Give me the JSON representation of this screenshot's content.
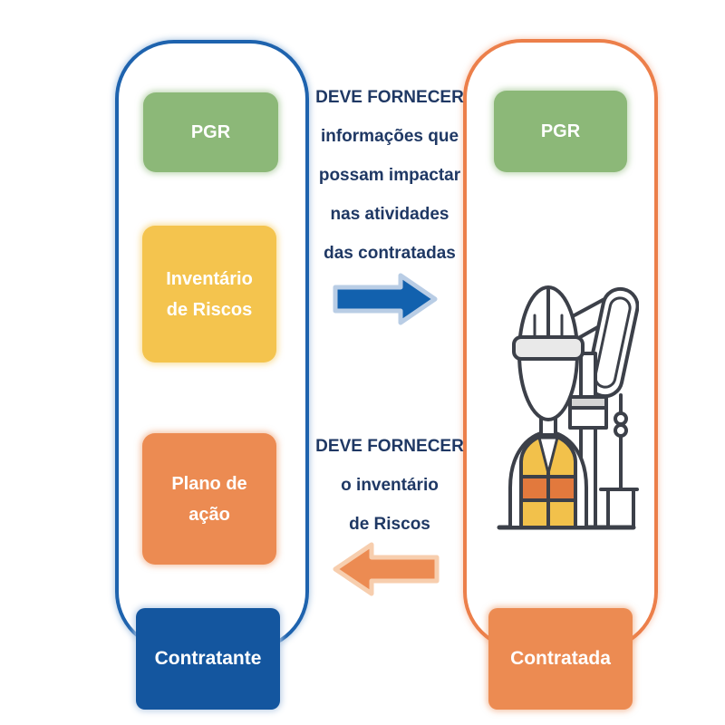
{
  "background": "#FFFFFF",
  "left_panel": {
    "border_color": "#1E63AE",
    "pgr_box": {
      "label": "PGR",
      "color": "#8CB878"
    },
    "inventario_box": {
      "lines": [
        "Inventário",
        "de Riscos"
      ],
      "color": "#F4C44E"
    },
    "plano_box": {
      "lines": [
        "Plano de",
        "ação"
      ],
      "color": "#EC8B52"
    },
    "footer_box": {
      "label": "Contratante",
      "color": "#14569F"
    }
  },
  "right_panel": {
    "border_color": "#EC7F4A",
    "pgr_box": {
      "label": "PGR",
      "color": "#8CB878"
    },
    "illustration": "worker-and-oil-pumpjack-icon",
    "footer_box": {
      "label": "Contratada",
      "color": "#EC8B52"
    }
  },
  "center": {
    "top_message": {
      "lines": [
        "DEVE FORNECER",
        "informações que",
        "possam impactar",
        "nas atividades",
        "das contratadas"
      ],
      "text_color": "#1F3864"
    },
    "right_arrow": {
      "direction": "right",
      "color": "#1261AE",
      "halo_color": "#B9CDE5"
    },
    "bottom_message": {
      "lines": [
        "DEVE FORNECER",
        "o inventário",
        "de Riscos"
      ],
      "text_color": "#1F3864"
    },
    "left_arrow": {
      "direction": "left",
      "color": "#EC8B52",
      "halo_color": "#F7CEAE"
    }
  }
}
